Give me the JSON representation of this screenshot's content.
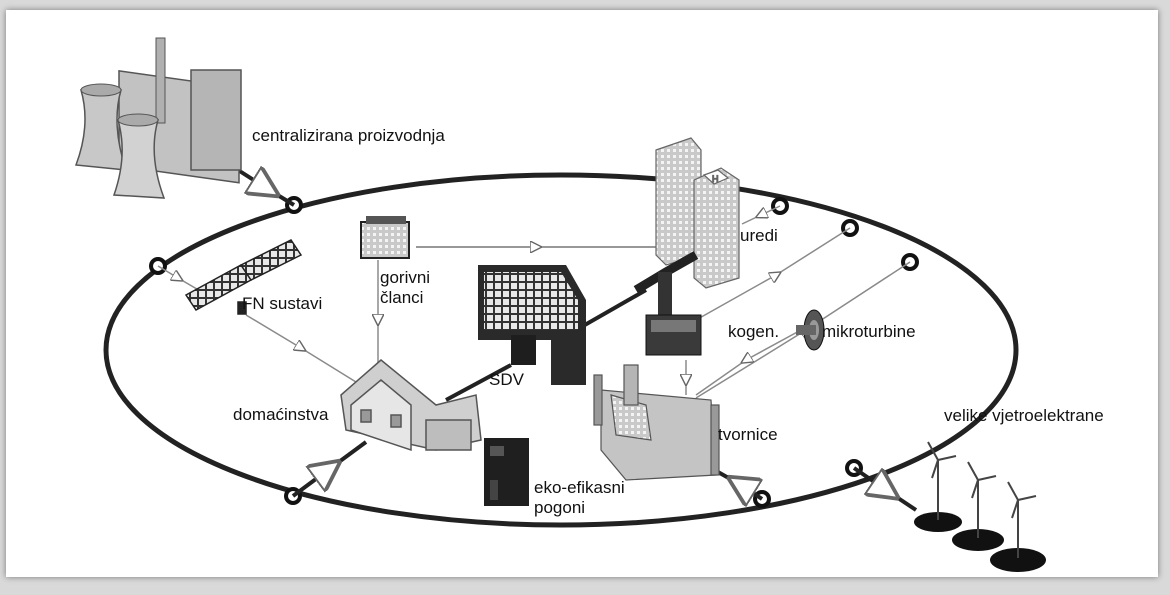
{
  "labels": {
    "central": "centralizirana proizvodnja",
    "pv": "FN sustavi",
    "fuel_line1": "gorivni",
    "fuel_line2": "članci",
    "offices": "uredi",
    "chp": "kogen.",
    "microturbines": "mikroturbine",
    "scada": "SDV",
    "households": "domaćinstva",
    "factories": "tvornice",
    "eco_line1": "eko-efikasni",
    "eco_line2": "pogoni",
    "wind": "velike vjetroelektrane"
  },
  "colors": {
    "ring": "#222222",
    "building": "#b8b8b8",
    "building_dark": "#8c8c8c",
    "connector": "#9a9a9a"
  }
}
